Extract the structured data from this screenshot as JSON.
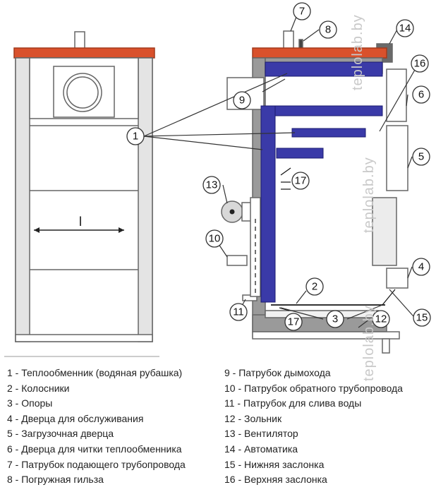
{
  "callouts": [
    "1",
    "2",
    "3",
    "4",
    "5",
    "6",
    "7",
    "8",
    "9",
    "10",
    "11",
    "12",
    "13",
    "14",
    "15",
    "16",
    "17",
    "17"
  ],
  "dimension_label": "l",
  "legend_left": [
    "1 - Теплообменник (водяная рубашка)",
    "2 - Колосники",
    "3 - Опоры",
    "4 - Дверца для обслуживания",
    "5 - Загрузочная дверца",
    "6 - Дверца для читки теплообменника",
    "7 - Патрубок подающего трубопровода",
    "8 - Погружная гильза"
  ],
  "legend_right": [
    "9 - Патрубок дымохода",
    "10  - Патрубок обратного трубопровода",
    "11 - Патрубок для слива воды",
    "12 - Зольник",
    "13 - Вентилятор",
    "14 - Автоматика",
    "15 - Нижняя заслонка",
    "16 - Верхняя заслонка"
  ],
  "watermark": "teplolab.by",
  "colors": {
    "top_plate": "#d9512c",
    "water_jacket": "#3a3aa8",
    "insulation": "#9a9a9a",
    "body_stroke": "#555555",
    "callout_stroke": "#333333"
  }
}
